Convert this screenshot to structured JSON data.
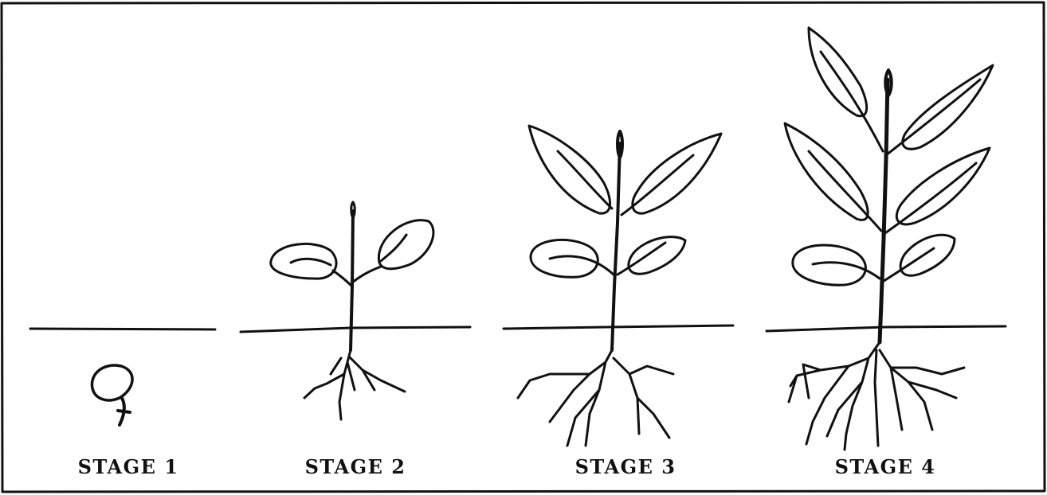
{
  "figure": {
    "stages": [
      {
        "label": "STAGE 1"
      },
      {
        "label": "STAGE 2"
      },
      {
        "label": "STAGE 3"
      },
      {
        "label": "STAGE 4"
      }
    ]
  }
}
